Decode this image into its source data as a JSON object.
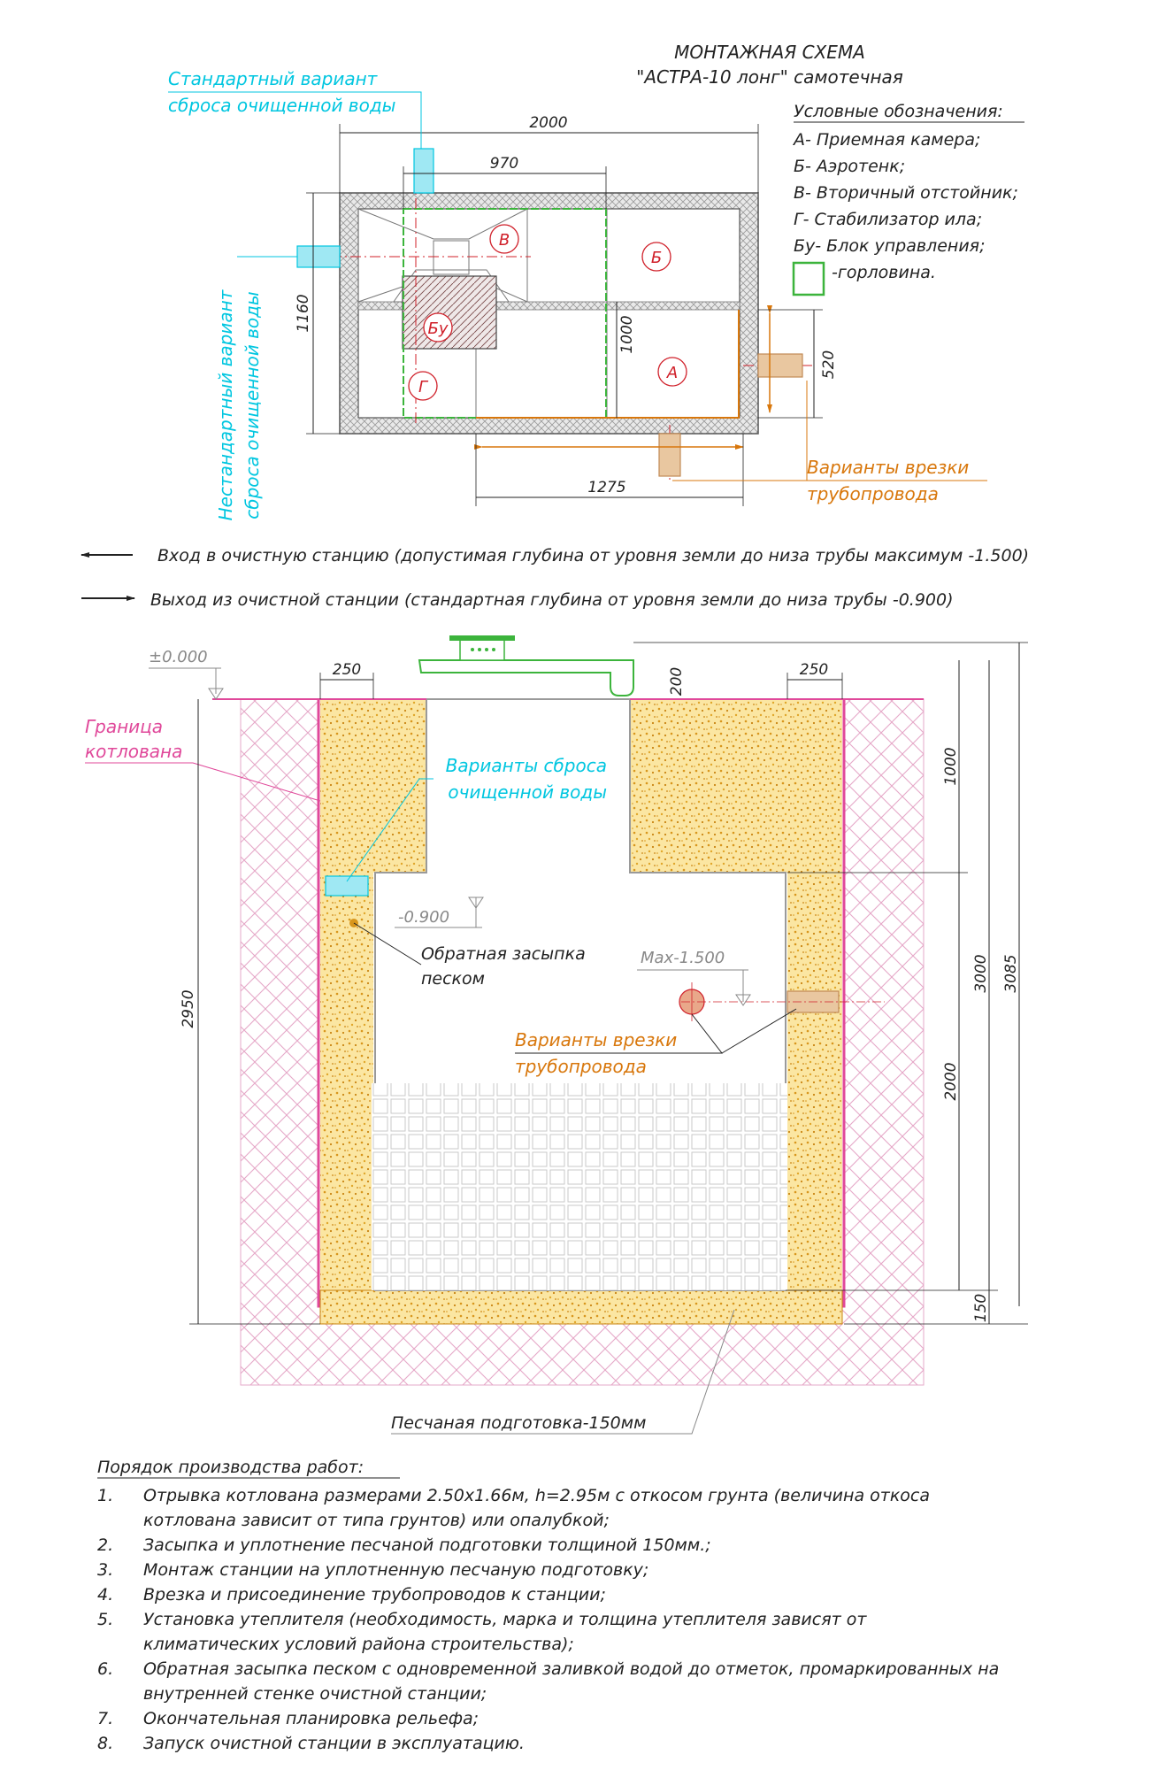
{
  "title": {
    "line1": "МОНТАЖНАЯ СХЕМА",
    "line2": "\"АСТРА-10 лонг\" самотечная"
  },
  "legend": {
    "heading": "Условные обозначения:",
    "items": [
      "А- Приемная камера;",
      "Б- Аэротенк;",
      "В- Вторичный отстойник;",
      "Г- Стабилизатор ила;",
      "Бу- Блок управления;"
    ],
    "hatch_label": "-горловина."
  },
  "plan": {
    "callout_standard": [
      "Стандартный вариант",
      "сброса очищенной воды"
    ],
    "callout_nonstandard": [
      "Нестандартный вариант",
      "сброса очищенной воды"
    ],
    "callout_pipe": [
      "Варианты врезки",
      "трубопровода"
    ],
    "compartments": {
      "a": "А",
      "b": "Б",
      "v": "В",
      "g": "Г",
      "bu": "Бу"
    },
    "dims": {
      "total": "2000",
      "neck": "970",
      "height": "1160",
      "inner": "1000",
      "side": "520",
      "bottom": "1275"
    }
  },
  "flow": {
    "inlet": "Вход в очистную станцию (допустимая глубина от уровня земли до низа трубы максимум -1.500)",
    "outlet": "Выход из очистной станции (стандартная глубина от уровня земли до низа трубы -0.900)"
  },
  "section": {
    "zero_mark": "±0.000",
    "pit_boundary": [
      "Граница",
      "котлована"
    ],
    "discharge": [
      "Варианты сброса",
      "очищенной воды"
    ],
    "mark_900": "-0.900",
    "backfill": [
      "Обратная засыпка",
      "песком"
    ],
    "mark_max": "Max-1.500",
    "pipe_options": [
      "Варианты врезки",
      "трубопровода"
    ],
    "sand_bed": "Песчаная подготовка-150мм",
    "dims": {
      "wall_l": "250",
      "wall_r": "250",
      "neck": "200",
      "d1000": "1000",
      "d3000": "3000",
      "d3085": "3085",
      "d2950": "2950",
      "d2000": "2000",
      "d150": "150"
    }
  },
  "procedure": {
    "heading": "Порядок производства работ:",
    "steps": [
      {
        "n": "1.",
        "lines": [
          "Отрывка котлована размерами 2.50х1.66м, h=2.95м с откосом грунта (величина откоса",
          "котлована зависит от типа грунтов) или опалубкой;"
        ]
      },
      {
        "n": "2.",
        "lines": [
          "Засыпка и уплотнение песчаной подготовки толщиной 150мм.;"
        ]
      },
      {
        "n": "3.",
        "lines": [
          "Монтаж станции на уплотненную песчаную подготовку;"
        ]
      },
      {
        "n": "4.",
        "lines": [
          "Врезка и присоединение трубопроводов к станции;"
        ]
      },
      {
        "n": "5.",
        "lines": [
          "Установка утеплителя (необходимость, марка и толщина утеплителя зависят от",
          "климатических условий района строительства);"
        ]
      },
      {
        "n": "6.",
        "lines": [
          "Обратная засыпка песком с одновременной заливкой водой до отметок, промаркированных на",
          "внутренней стенке очистной станции;"
        ]
      },
      {
        "n": "7.",
        "lines": [
          "Окончательная планировка рельефа;"
        ]
      },
      {
        "n": "8.",
        "lines": [
          "Запуск очистной станции в эксплуатацию."
        ]
      }
    ]
  },
  "colors": {
    "frame": "#222222",
    "cyan": "#00c6e0",
    "orange": "#d8770c",
    "pink": "#e0489a",
    "green": "#3cb43c",
    "red": "#d0202a",
    "sand": "#f5cf5a"
  }
}
